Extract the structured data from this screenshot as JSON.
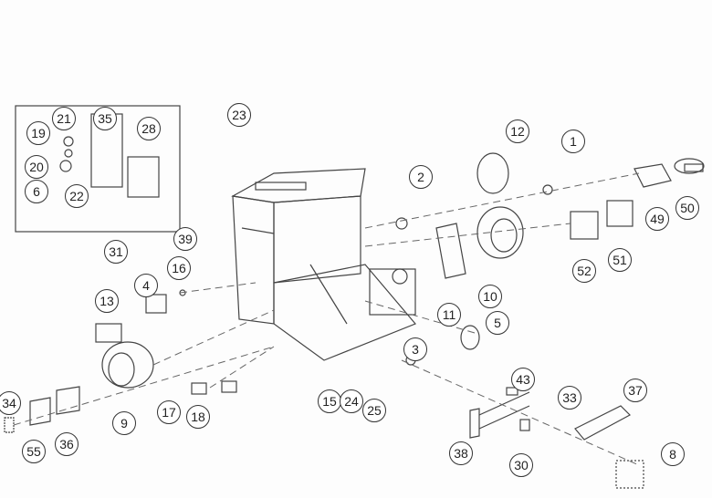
{
  "diagram": {
    "type": "exploded-parts-diagram",
    "callouts": [
      "21",
      "35",
      "28",
      "19",
      "20",
      "6",
      "22",
      "31",
      "23",
      "39",
      "16",
      "4",
      "13",
      "9",
      "34",
      "55",
      "36",
      "17",
      "18",
      "15",
      "24",
      "25",
      "3",
      "2",
      "12",
      "1",
      "11",
      "10",
      "5",
      "52",
      "51",
      "49",
      "50",
      "43",
      "33",
      "37",
      "38",
      "30",
      "8"
    ]
  },
  "colors": {
    "line": "#444444",
    "background": "#fdfdfd"
  }
}
